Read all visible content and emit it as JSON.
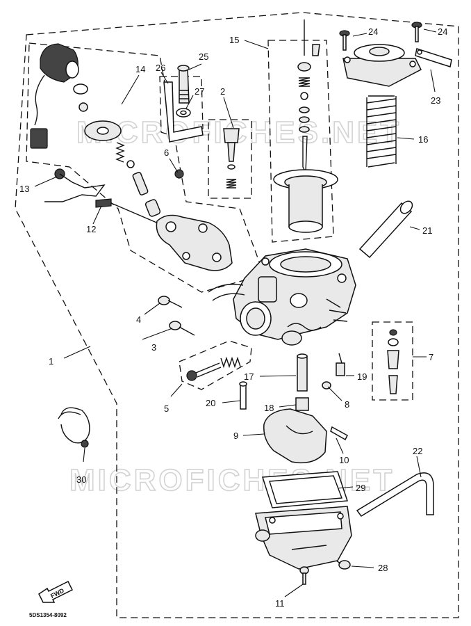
{
  "watermark": "MICROFICHES.NET",
  "diagram_code": "5DS1354-8092",
  "fwd_label": "FWD",
  "callouts": [
    {
      "id": "c1",
      "text": "1"
    },
    {
      "id": "c2",
      "text": "2"
    },
    {
      "id": "c3",
      "text": "3"
    },
    {
      "id": "c4",
      "text": "4"
    },
    {
      "id": "c5",
      "text": "5"
    },
    {
      "id": "c6",
      "text": "6"
    },
    {
      "id": "c7",
      "text": "7"
    },
    {
      "id": "c8",
      "text": "8"
    },
    {
      "id": "c9",
      "text": "9"
    },
    {
      "id": "c10",
      "text": "10"
    },
    {
      "id": "c11",
      "text": "11"
    },
    {
      "id": "c12",
      "text": "12"
    },
    {
      "id": "c13",
      "text": "13"
    },
    {
      "id": "c14",
      "text": "14"
    },
    {
      "id": "c15",
      "text": "15"
    },
    {
      "id": "c16",
      "text": "16"
    },
    {
      "id": "c17",
      "text": "17"
    },
    {
      "id": "c18",
      "text": "18"
    },
    {
      "id": "c19",
      "text": "19"
    },
    {
      "id": "c20",
      "text": "20"
    },
    {
      "id": "c21",
      "text": "21"
    },
    {
      "id": "c22",
      "text": "22"
    },
    {
      "id": "c23",
      "text": "23"
    },
    {
      "id": "c24a",
      "text": "24"
    },
    {
      "id": "c24b",
      "text": "24"
    },
    {
      "id": "c25",
      "text": "25"
    },
    {
      "id": "c26",
      "text": "26"
    },
    {
      "id": "c27",
      "text": "27"
    },
    {
      "id": "c28",
      "text": "28"
    },
    {
      "id": "c29",
      "text": "29"
    },
    {
      "id": "c30",
      "text": "30"
    }
  ]
}
